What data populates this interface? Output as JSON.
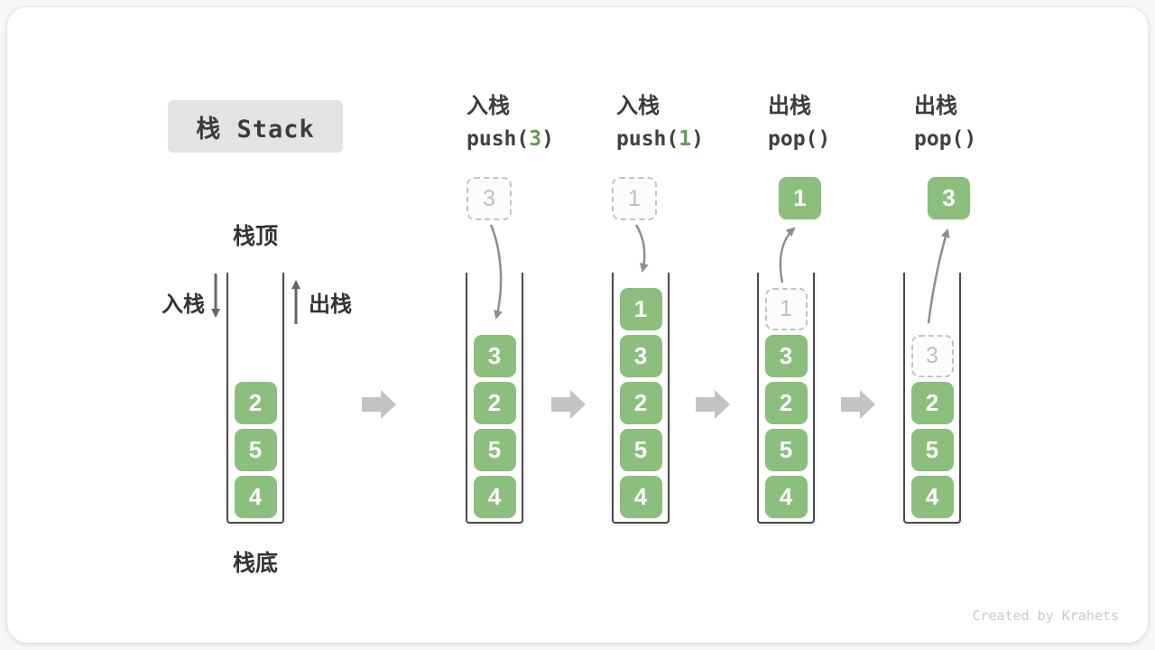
{
  "title": "栈 Stack",
  "labels": {
    "stack_top": "栈顶",
    "stack_bottom": "栈底",
    "push_side": "入栈",
    "pop_side": "出栈"
  },
  "watermark": "Created by Krahets",
  "colors": {
    "box_green": "#8cbe7e",
    "code_arg_green": "#5fa053",
    "curve_arrow_gray": "#8e8e8e",
    "block_arrow_gray": "#c3c3c3",
    "title_bg": "#e3e3e3",
    "ghost_border": "#c3c3c3",
    "ghost_text": "#bfbfbf",
    "text_dark": "#3c3c3c"
  },
  "steps": [
    {
      "cells": [
        {
          "v": "2"
        },
        {
          "v": "5"
        },
        {
          "v": "4"
        }
      ]
    },
    {
      "op": "入栈",
      "code_pre": "push(",
      "code_arg": "3",
      "code_post": ")",
      "incoming": "3",
      "cells": [
        {
          "v": "3"
        },
        {
          "v": "2"
        },
        {
          "v": "5"
        },
        {
          "v": "4"
        }
      ]
    },
    {
      "op": "入栈",
      "code_pre": "push(",
      "code_arg": "1",
      "code_post": ")",
      "incoming": "1",
      "cells": [
        {
          "v": "1"
        },
        {
          "v": "3"
        },
        {
          "v": "2"
        },
        {
          "v": "5"
        },
        {
          "v": "4"
        }
      ]
    },
    {
      "op": "出栈",
      "code_pre": "pop()",
      "code_arg": "",
      "code_post": "",
      "popped": "1",
      "cells": [
        {
          "v": "1",
          "ghost": true
        },
        {
          "v": "3"
        },
        {
          "v": "2"
        },
        {
          "v": "5"
        },
        {
          "v": "4"
        }
      ]
    },
    {
      "op": "出栈",
      "code_pre": "pop()",
      "code_arg": "",
      "code_post": "",
      "popped": "3",
      "cells": [
        {
          "v": "3",
          "ghost": true
        },
        {
          "v": "2"
        },
        {
          "v": "5"
        },
        {
          "v": "4"
        }
      ]
    }
  ]
}
